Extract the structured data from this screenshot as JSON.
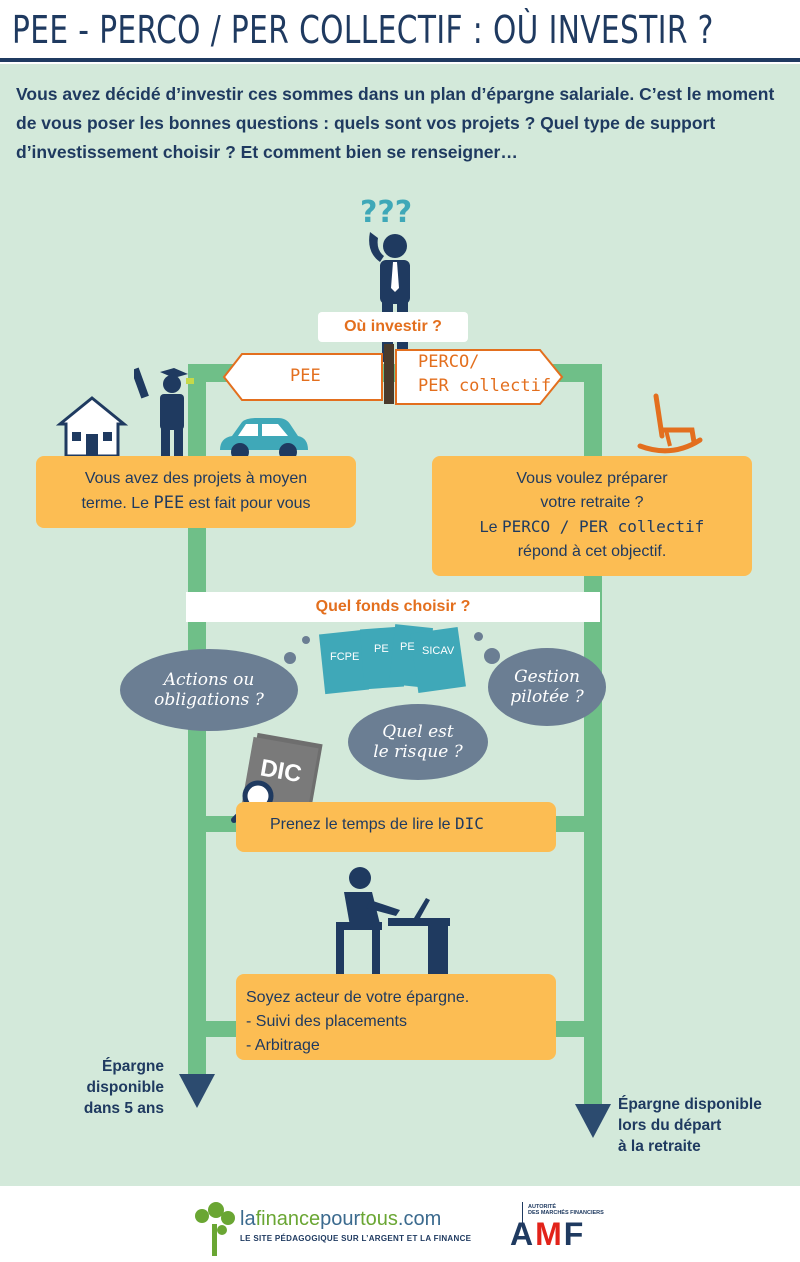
{
  "title": "PEE - PERCO / PER COLLECTIF : OÙ INVESTIR ?",
  "intro": "Vous avez décidé d’investir ces sommes dans un plan d’épargne salariale. C’est le moment de vous poser les bonnes questions : quels sont vos projets ? Quel type de support d’investissement choisir ? Et comment bien se renseigner…",
  "question_marks": "???",
  "where_label": "Où investir ?",
  "sign_left": "PEE",
  "sign_right_line1": "PERCO/",
  "sign_right_line2": "PER collectif",
  "pee_box": {
    "line1": "Vous avez des projets à moyen",
    "line2_a": "terme. Le ",
    "line2_b": "PEE",
    "line2_c": " est fait pour vous"
  },
  "perco_box": {
    "line1": "Vous voulez préparer",
    "line2": "votre retraite ?",
    "line3_a": "Le ",
    "line3_b": "PERCO / PER collectif",
    "line4": "répond à cet objectif."
  },
  "fund_label": "Quel fonds choisir ?",
  "docs": [
    "FCPE",
    "PE",
    "PE",
    "SICAV"
  ],
  "clouds": {
    "left_1": "Actions ou",
    "left_2": "obligations ?",
    "mid_1": "Quel est",
    "mid_2": "le risque ?",
    "right_1": "Gestion",
    "right_2": "pilotée ?"
  },
  "dic_book": "DIC",
  "dic_box_a": "Prenez le temps de lire le ",
  "dic_box_b": "DIC",
  "actor_box": {
    "line1": "Soyez acteur de votre épargne.",
    "line2": "- Suivi des placements",
    "line3": "- Arbitrage"
  },
  "left_note": {
    "line1": "Épargne",
    "line2": "disponible",
    "line3": "dans 5 ans"
  },
  "right_note": {
    "line1": "Épargne disponible",
    "line2": "lors du départ",
    "line3": "à la retraite"
  },
  "footer": {
    "logo_a": "la",
    "logo_b": "finance",
    "logo_c": "pour",
    "logo_d": "tous",
    "logo_e": ".com",
    "tagline": "LE SITE PÉDAGOGIQUE SUR L’ARGENT ET LA FINANCE",
    "amf_small_1": "AUTORITÉ",
    "amf_small_2": "DES MARCHÉS FINANCIERS",
    "amf_a": "A",
    "amf_m": "M",
    "amf_f": "F"
  },
  "colors": {
    "navy": "#1f3a60",
    "panel": "#d3e9da",
    "track": "#6fbf88",
    "box": "#fcbd53",
    "orange_text": "#e36f1e",
    "cloud": "#6b7e93",
    "teal": "#3fa8b8"
  }
}
